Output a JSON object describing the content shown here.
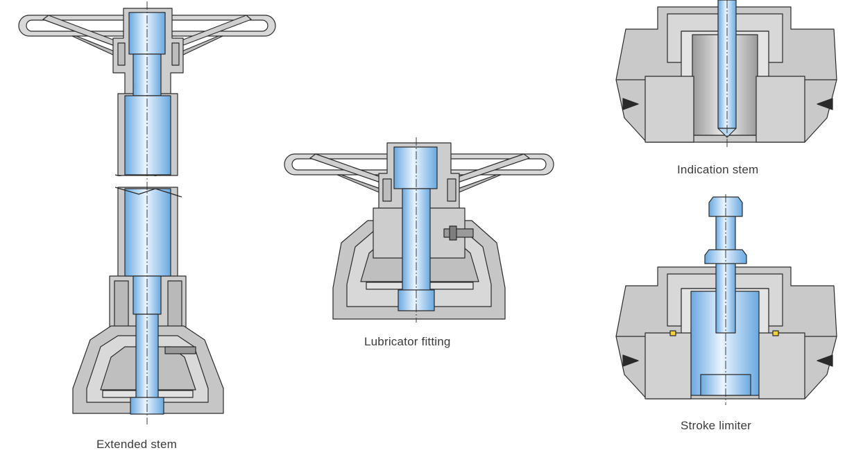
{
  "captions": {
    "extended_stem": "Extended stem",
    "lubricator_fitting": "Lubricator fitting",
    "indication_stem": "Indication stem",
    "stroke_limiter": "Stroke limiter"
  },
  "colors": {
    "stem_blue": "#8fc3ee",
    "stem_highlight": "#e6f3fd",
    "body_gray": "#c9c9c9",
    "body_light": "#e4e4e4",
    "outline": "#2a2a2a",
    "seal_yellow": "#f4d23c"
  }
}
